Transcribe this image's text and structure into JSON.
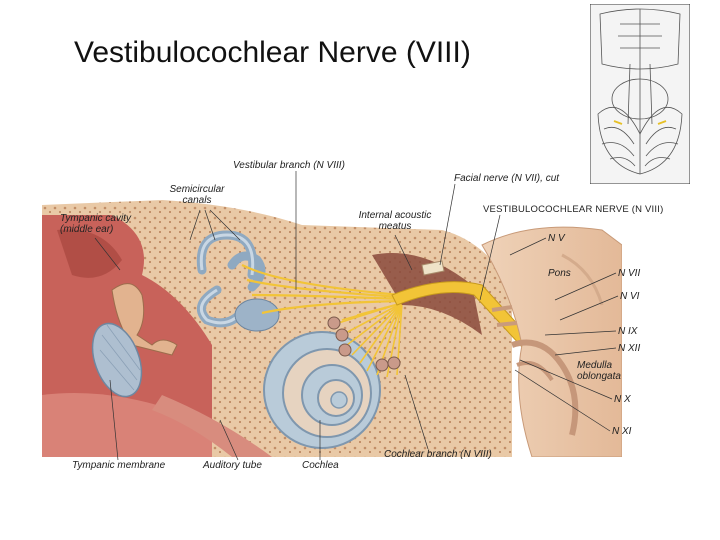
{
  "title": "Vestibulocochlear Nerve (VIII)",
  "labels": {
    "vestibular_branch": "Vestibular branch (N VIII)",
    "facial_nerve": "Facial nerve (N VII), cut",
    "semicircular_canals": "Semicircular canals",
    "tympanic_cavity": "Tympanic cavity (middle ear)",
    "internal_acoustic_meatus": "Internal acoustic meatus",
    "vestibulocochlear_nerve": "VESTIBULOCOCHLEAR NERVE (N VIII)",
    "n_v": "N V",
    "pons": "Pons",
    "n_vii": "N VII",
    "n_vi": "N VI",
    "n_ix": "N IX",
    "n_xii": "N XII",
    "medulla_oblongata": "Medulla oblongata",
    "n_x": "N X",
    "n_xi": "N XI",
    "tympanic_membrane": "Tympanic membrane",
    "auditory_tube": "Auditory tube",
    "cochlea": "Cochlea",
    "cochlear_branch": "Cochlear branch (N VIII)"
  },
  "colors": {
    "bone": "#e9c9a6",
    "bone_dark": "#cf9f78",
    "bone_pores": "#a8734f",
    "tissue_red": "#c8625a",
    "membrane_blue": "#8fa9c1",
    "nerve_yellow": "#f2c437",
    "brainstem": "#efd2b8"
  }
}
